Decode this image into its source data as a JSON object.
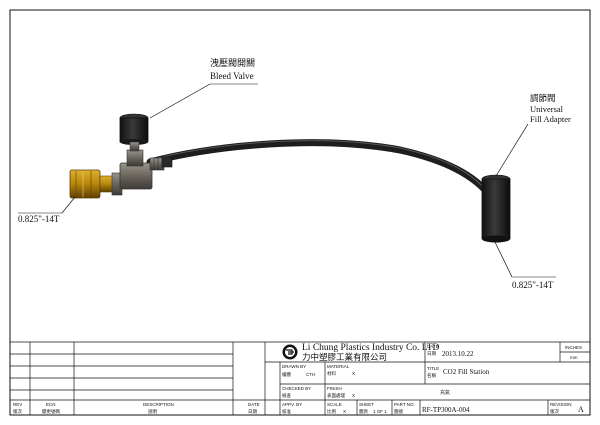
{
  "callouts": {
    "bleed_valve_zh": "洩壓閥開關",
    "bleed_valve_en": "Bleed Valve",
    "adapter_zh": "調節閥",
    "adapter_en_1": "Universal",
    "adapter_en_2": "Fill Adapter",
    "thread_left": "0.825\"-14T",
    "thread_right": "0.825\"-14T"
  },
  "title_block": {
    "company_en": "Li Chung Plastics Industry Co. LTD",
    "company_zh": "力中塑膠工業有限公司",
    "date_label": "DATE",
    "date_label_zh": "日期",
    "date_value": "2013.10.22",
    "drawn_by_label": "DRAWN BY",
    "drawn_by_zh": "繪圖",
    "drawn_by_value": "CTH",
    "material_label": "MATERIAL",
    "material_zh": "材料",
    "material_value": "X",
    "title_label": "TITLE",
    "title_label_zh": "名稱",
    "title_value": "CO2 Fill Station",
    "title_value_zh": "充氣",
    "checked_by_label": "CHECKED BY",
    "checked_by_zh": "檢查",
    "finish_label": "FINISH",
    "finish_zh": "表面處理",
    "finish_value": "X",
    "approved_label": "APPV. BY",
    "approved_zh": "核准",
    "scale_label": "SCALE",
    "scale_zh": "比例",
    "scale_value": "X",
    "sheet_label": "SHEET",
    "sheet_zh": "圖頁",
    "sheet_value": "1 OF 1",
    "part_no_label": "PART NO.",
    "part_no_zh": "圖號",
    "part_no_value": "RF-TP300A-004",
    "revision_label": "REVISION",
    "revision_zh": "版次",
    "revision_value": "A",
    "units_label": "INCHES",
    "units_value": "mm"
  },
  "revision_block": {
    "rev_label": "REV",
    "rev_zh": "版次",
    "ecn_label": "ECN",
    "ecn_zh": "變更號碼",
    "description_label": "DESCRIPTION",
    "description_zh": "說明",
    "date_label": "DATE",
    "date_zh": "日期"
  },
  "colors": {
    "line": "#111111",
    "hose": "#1e1e1e",
    "knob": "#262626",
    "brass": "#b8860b",
    "brass_dark": "#6b4a05",
    "steel": "#6e6a63"
  }
}
